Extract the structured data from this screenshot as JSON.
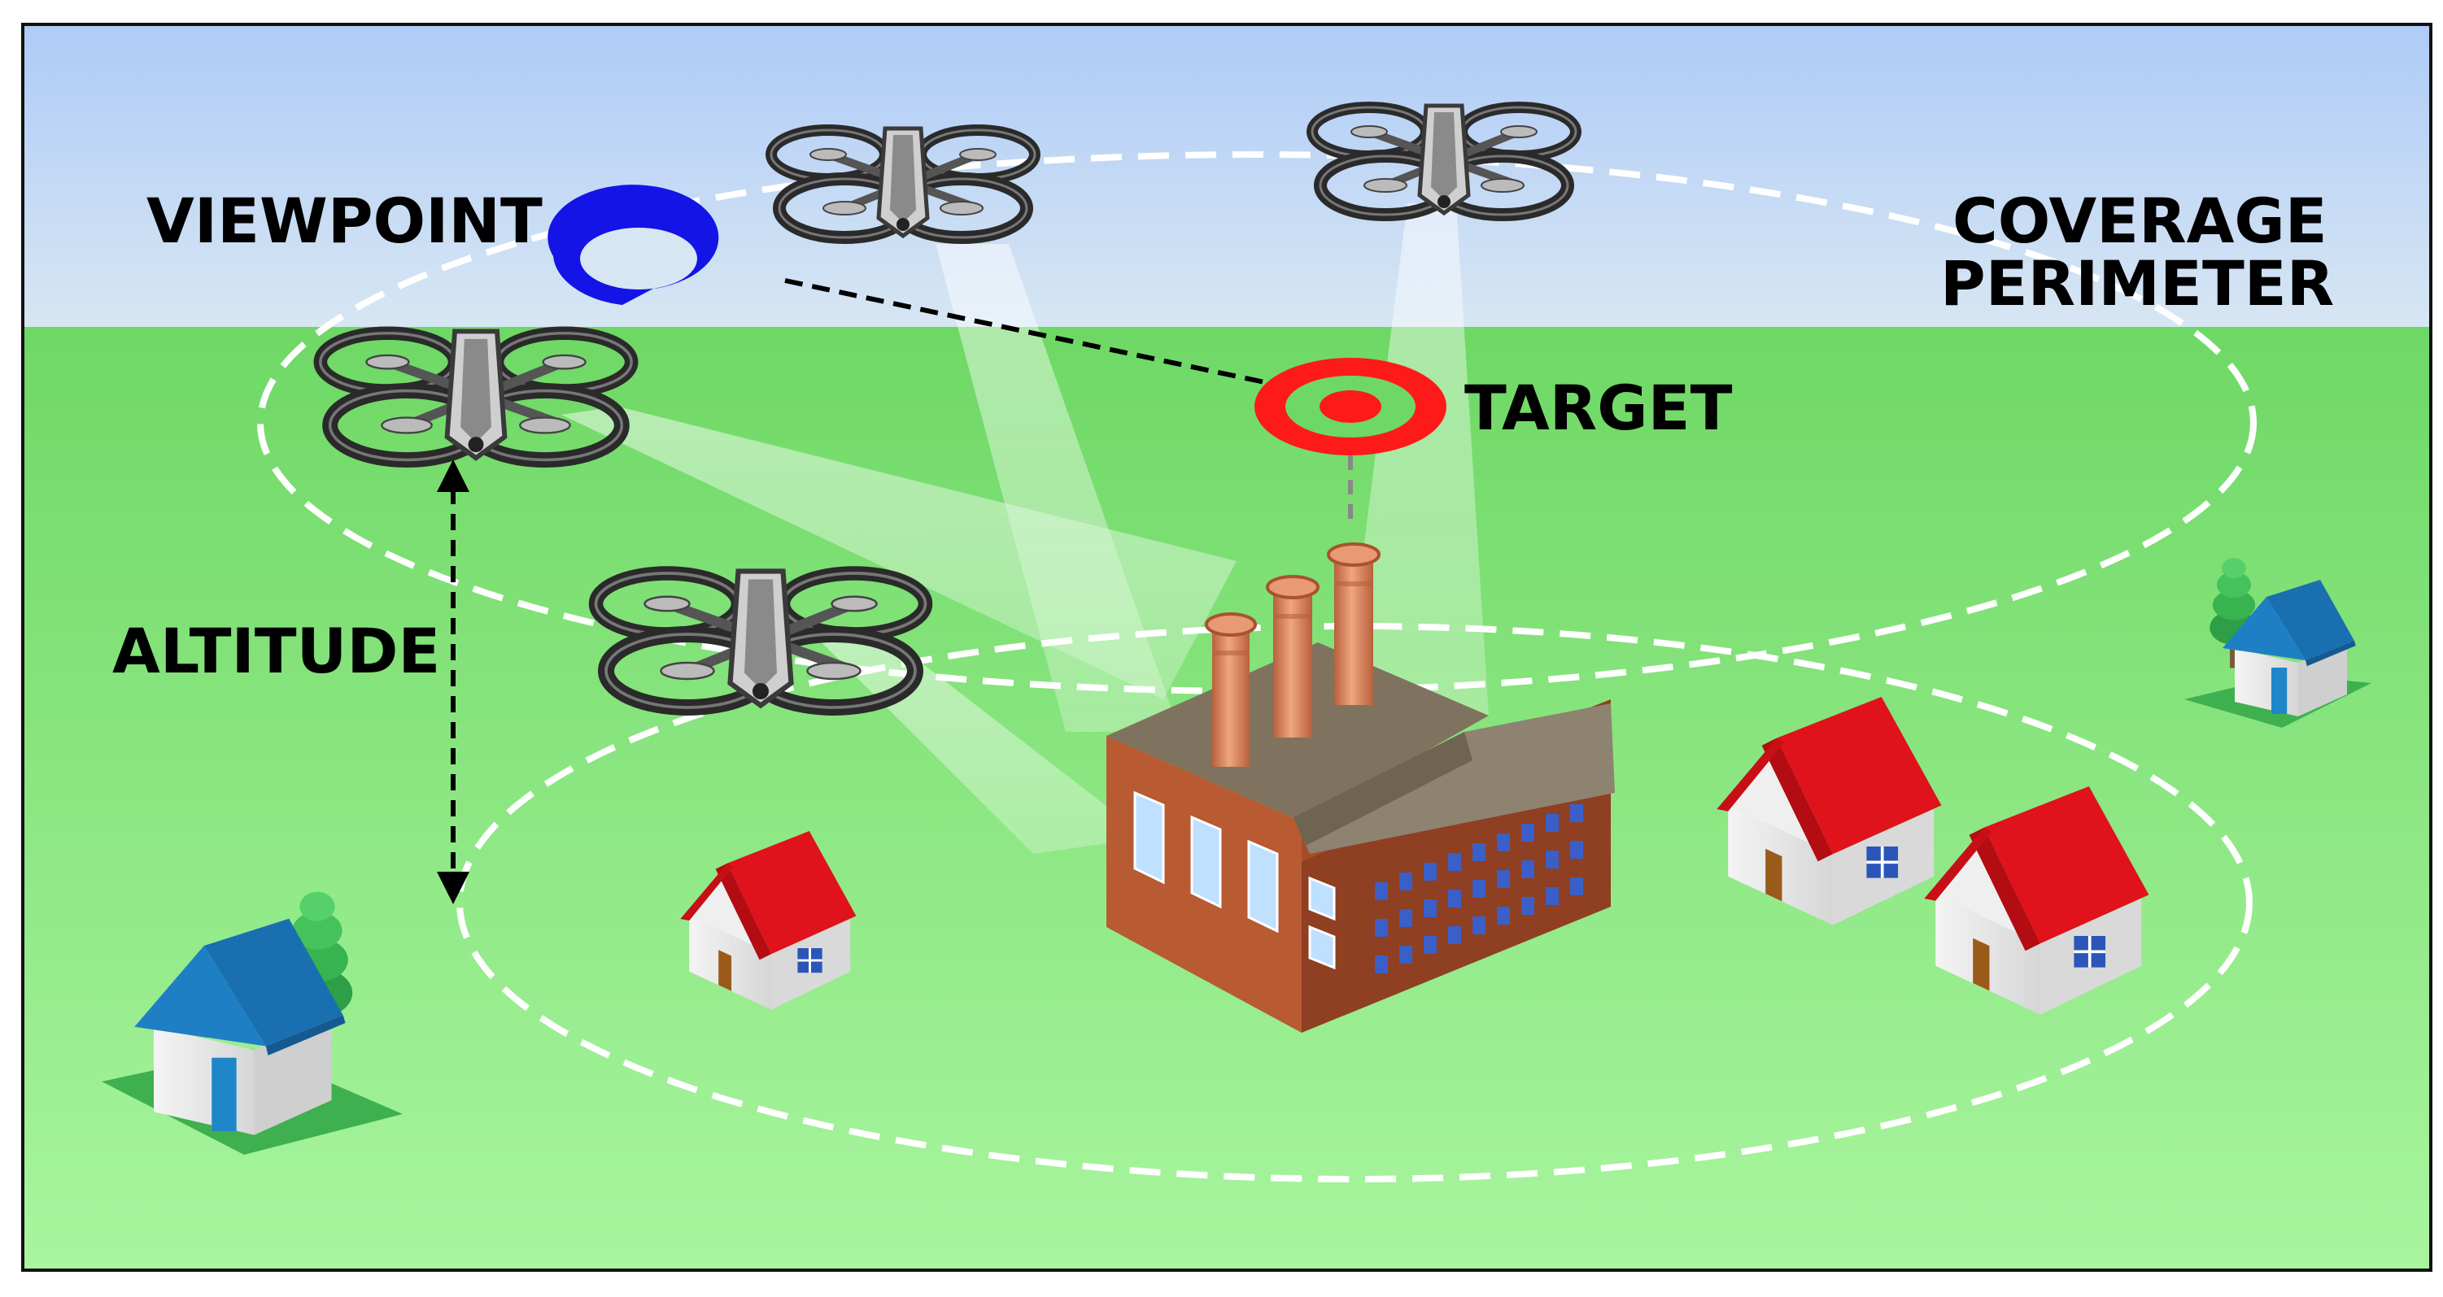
{
  "labels": {
    "viewpoint": "VIEWPOINT",
    "coverage_line1": "COVERAGE",
    "coverage_line2": "PERIMETER",
    "target": "TARGET",
    "altitude": "ALTITUDE"
  },
  "colors": {
    "sky_top": "#aecbf7",
    "sky_bottom": "#d7e6f3",
    "ground_top": "#6ed865",
    "ground_bottom": "#a9f59f",
    "viewpoint_marker": "#1414e6",
    "target_marker": "#ff1a1a",
    "house_roof_red": "#e0121b",
    "house_roof_blue": "#1e7fc4",
    "factory_brick": "#b85a32",
    "factory_roof": "#8e8270",
    "chimney": "#d88560",
    "drone_ring": "#2a2a2a"
  },
  "icons": [
    "drone-icon",
    "viewpoint-marker-icon",
    "target-marker-icon",
    "factory-icon",
    "house-icon",
    "tree-icon"
  ]
}
